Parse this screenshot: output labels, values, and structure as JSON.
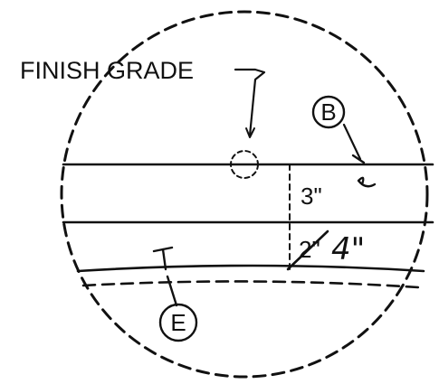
{
  "detail": {
    "callout": "FINISH GRADE",
    "marker_b": "B",
    "marker_e": "E",
    "dim_top": "3\"",
    "dim_bottom": "2\"",
    "dim_handwritten": "4\""
  }
}
